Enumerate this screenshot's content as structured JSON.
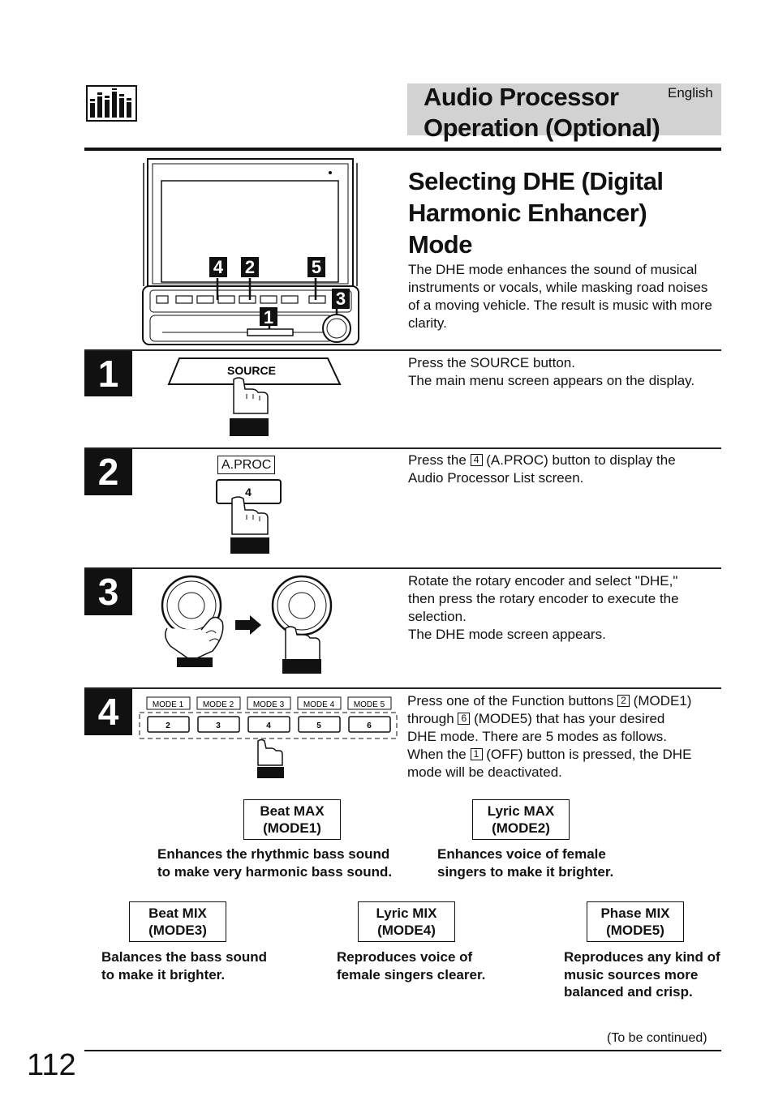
{
  "header": {
    "title_line1": "Audio Processor",
    "title_line2": "Operation (Optional)",
    "language": "English"
  },
  "section": {
    "title_line1": "Selecting DHE (Digital",
    "title_line2": "Harmonic Enhancer)",
    "title_line3": "Mode",
    "intro": "The DHE mode enhances the sound of musical instruments or vocals, while masking road noises of a moving vehicle. The result is music with more clarity."
  },
  "figure_labels": {
    "num1": "1",
    "num2": "2",
    "num3": "3",
    "num4": "4",
    "num5": "5",
    "source_button": "SOURCE",
    "aproc_label": "A.PROC",
    "aproc_button": "4",
    "mode_tabs": [
      "MODE 1",
      "MODE 2",
      "MODE 3",
      "MODE 4",
      "MODE 5"
    ],
    "mode_buttons": [
      "2",
      "3",
      "4",
      "5",
      "6"
    ]
  },
  "steps": [
    {
      "number": "1",
      "line1": "Press the SOURCE button.",
      "line2": "The main menu screen appears on the display."
    },
    {
      "number": "2",
      "pre": "Press the ",
      "box": "4",
      "post": " (A.PROC) button to display the",
      "line2": "Audio Processor List screen."
    },
    {
      "number": "3",
      "line1": "Rotate the rotary encoder and select \"DHE,\"",
      "line2": "then press the rotary encoder to execute the",
      "line3": "selection.",
      "line4": "The DHE mode screen appears."
    },
    {
      "number": "4",
      "l1_pre": "Press one of the Function buttons ",
      "l1_box": "2",
      "l1_post": " (MODE1)",
      "l2_pre": "through ",
      "l2_box": "6",
      "l2_post": " (MODE5) that has your desired",
      "l3": "DHE mode. There are 5 modes as follows.",
      "l4_pre": "When the ",
      "l4_box": "1",
      "l4_post": " (OFF) button is pressed, the DHE",
      "l5": "mode will be deactivated."
    }
  ],
  "modes": [
    {
      "name": "Beat MAX",
      "code": "(MODE1)",
      "desc1": "Enhances the rhythmic bass sound",
      "desc2": "to make very harmonic bass sound.",
      "desc3": ""
    },
    {
      "name": "Lyric MAX",
      "code": "(MODE2)",
      "desc1": "Enhances voice of female",
      "desc2": "singers to make it brighter.",
      "desc3": ""
    },
    {
      "name": "Beat MIX",
      "code": "(MODE3)",
      "desc1": "Balances the bass sound",
      "desc2": "to make it brighter.",
      "desc3": ""
    },
    {
      "name": "Lyric MIX",
      "code": "(MODE4)",
      "desc1": "Reproduces voice of",
      "desc2": "female singers clearer.",
      "desc3": ""
    },
    {
      "name": "Phase MIX",
      "code": "(MODE5)",
      "desc1": "Reproduces any kind of",
      "desc2": "music sources more",
      "desc3": "balanced and crisp."
    }
  ],
  "footer": {
    "continued": "(To be continued)",
    "page_number": "112"
  }
}
